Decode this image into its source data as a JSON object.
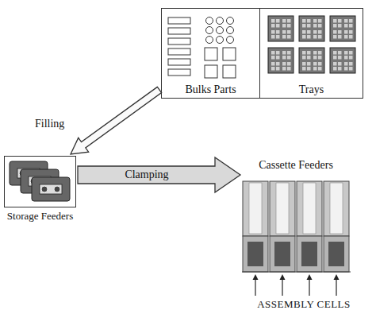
{
  "diagram": {
    "nodes": [
      {
        "text": [
          "Bulks Parts"
        ]
      },
      {
        "text": [
          "Trays"
        ]
      },
      {
        "text": [
          "Storage Feeders"
        ]
      },
      {
        "text": [
          "Cassette Feeders"
        ]
      }
    ],
    "edges": [
      {
        "from": 0,
        "to": 2,
        "label": "Filling",
        "arrow": "to"
      },
      {
        "from": 2,
        "to": 3,
        "label": "Clamping",
        "arrow": "to"
      }
    ],
    "labels": [
      "ASSEMBLY CELLS"
    ]
  }
}
